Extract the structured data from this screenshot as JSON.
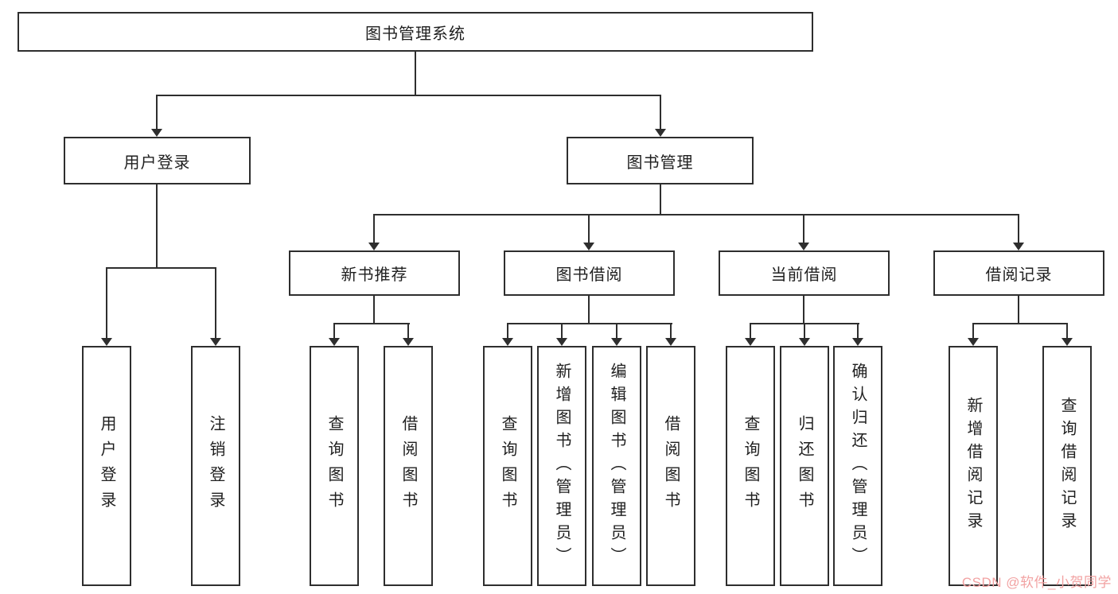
{
  "tree": {
    "label": "图书管理系统",
    "children": [
      {
        "label": "用户登录",
        "children": [
          {
            "label": "用户登录"
          },
          {
            "label": "注销登录"
          }
        ]
      },
      {
        "label": "图书管理",
        "children": [
          {
            "label": "新书推荐",
            "children": [
              {
                "label": "查询图书"
              },
              {
                "label": "借阅图书"
              }
            ]
          },
          {
            "label": "图书借阅",
            "children": [
              {
                "label": "查询图书"
              },
              {
                "label": "新增图书（管理员）"
              },
              {
                "label": "编辑图书（管理员）"
              },
              {
                "label": "借阅图书"
              }
            ]
          },
          {
            "label": "当前借阅",
            "children": [
              {
                "label": "查询图书"
              },
              {
                "label": "归还图书"
              },
              {
                "label": "确认归还（管理员）"
              }
            ]
          },
          {
            "label": "借阅记录",
            "children": [
              {
                "label": "新增借阅记录"
              },
              {
                "label": "查询借阅记录"
              }
            ]
          }
        ]
      }
    ]
  },
  "watermark": {
    "text": "CSDN @软件_小贺同学"
  },
  "colors": {
    "line": "#2e2e2e",
    "watermark": "#f2a2a2",
    "background": "#ffffff"
  }
}
